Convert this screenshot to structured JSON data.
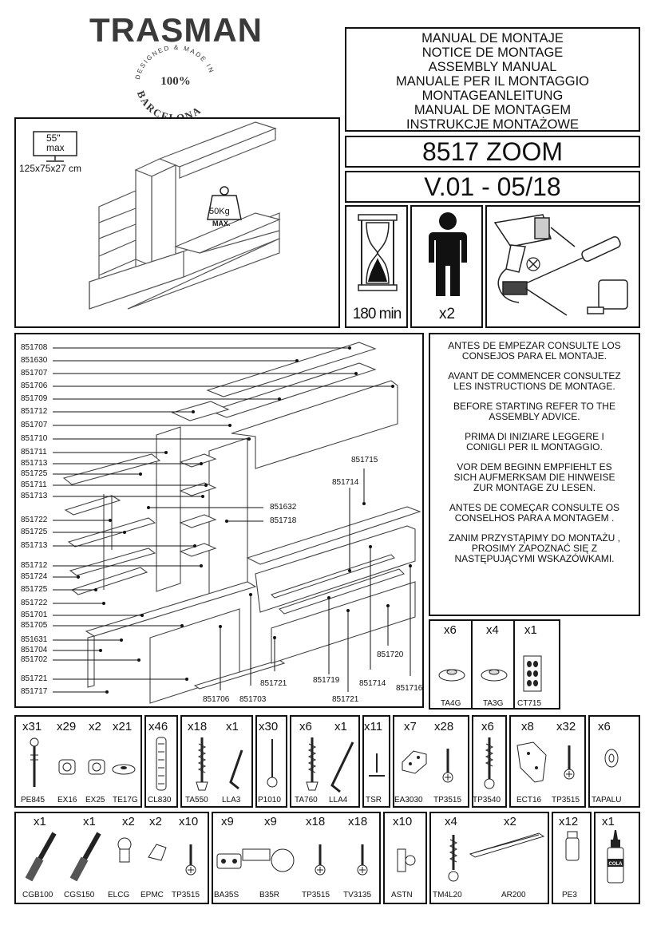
{
  "brand": {
    "name": "TRASMAN",
    "seal_top": "DESIGNED & MADE IN",
    "seal_mid": "100%",
    "seal_bottom": "BARCELONA"
  },
  "titles": [
    "MANUAL DE MONTAJE",
    "NOTICE DE MONTAGE",
    "ASSEMBLY MANUAL",
    "MANUALE PER IL MONTAGGIO",
    "MONTAGEANLEITUNG",
    "MANUAL DE MONTAGEM",
    "INSTRUKCJE MONTAŻOWE"
  ],
  "model": "8517 ZOOM",
  "version": "V.01 - 05/18",
  "product": {
    "tv_size": "55\"",
    "tv_max": "max",
    "dimensions": "125x75x27 cm",
    "weight": "50Kg",
    "weight_max": "MAX."
  },
  "time": "180 min",
  "persons": "x2",
  "parts": [
    "851708",
    "851630",
    "851707",
    "851706",
    "851709",
    "851712",
    "851707",
    "851710",
    "851711",
    "851713",
    "851725",
    "851711",
    "851713",
    "851722",
    "851725",
    "851713",
    "851712",
    "851724",
    "851725",
    "851722",
    "851701",
    "851705",
    "851631",
    "851704",
    "851702",
    "851721",
    "851717"
  ],
  "parts_inner": {
    "p851715": "851715",
    "p851714": "851714",
    "p851632": "851632",
    "p851718": "851718",
    "p851720": "851720",
    "p851719": "851719",
    "p851714b": "851714",
    "p851716": "851716",
    "p851721a": "851721",
    "p851721b": "851721",
    "p851706": "851706",
    "p851703": "851703"
  },
  "advice": [
    "ANTES DE EMPEZAR CONSULTE LOS CONSEJOS PARA EL MONTAJE.",
    "AVANT DE COMMENCER CONSULTEZ LES INSTRUCTIONS DE MONTAGE.",
    "BEFORE STARTING REFER TO THE ASSEMBLY ADVICE.",
    "PRIMA DI INIZIARE LEGGERE I CONIGLI PER IL MONTAGGIO.",
    "VOR DEM BEGINN EMPFIEHLT ES SICH AUFMERKSAM DIE HINWEISE ZUR MONTAGE ZU LESEN.",
    "ANTES DE COMEÇAR CONSULTE OS CONSELHOS PARA A MONTAGEM .",
    "ZANIM PRZYSTĄPIMY DO MONTAŻU , PROSIMY ZAPOZNAĆ SIĘ Z NASTĘPUJĄCYMI WSKAZÓWKAMI."
  ],
  "hw_small": [
    {
      "qty": "x6",
      "code": "TA4G"
    },
    {
      "qty": "x4",
      "code": "TA3G"
    },
    {
      "qty": "x1",
      "code": "CT715"
    }
  ],
  "hw_row1": [
    {
      "qty": "x31",
      "code": "PE845"
    },
    {
      "qty": "x29",
      "code": "EX16"
    },
    {
      "qty": "x2",
      "code": "EX25"
    },
    {
      "qty": "x21",
      "code": "TE17G"
    },
    {
      "qty": "x46",
      "code": "CL830"
    },
    {
      "qty": "x18",
      "code": "TA550"
    },
    {
      "qty": "x1",
      "code": "LLA3"
    },
    {
      "qty": "x30",
      "code": "P1010"
    },
    {
      "qty": "x6",
      "code": "TA760"
    },
    {
      "qty": "x1",
      "code": "LLA4"
    },
    {
      "qty": "x11",
      "code": "TSR"
    },
    {
      "qty": "x7",
      "code": "EA3030"
    },
    {
      "qty": "x28",
      "code": "TP3515"
    },
    {
      "qty": "x6",
      "code": "TP3540"
    },
    {
      "qty": "x8",
      "code": "ECT16"
    },
    {
      "qty": "x32",
      "code": "TP3515"
    },
    {
      "qty": "x6",
      "code": "TAPALU"
    }
  ],
  "hw_row2": [
    {
      "qty": "x1",
      "code": "CGB100"
    },
    {
      "qty": "x1",
      "code": "CGS150"
    },
    {
      "qty": "x2",
      "code": "ELCG"
    },
    {
      "qty": "x2",
      "code": "EPMC"
    },
    {
      "qty": "x10",
      "code": "TP3515"
    },
    {
      "qty": "x9",
      "code": "BA35S"
    },
    {
      "qty": "x9",
      "code": "B35R"
    },
    {
      "qty": "x18",
      "code": "TP3515"
    },
    {
      "qty": "x18",
      "code": "TV3135"
    },
    {
      "qty": "x10",
      "code": "ASTN"
    },
    {
      "qty": "x4",
      "code": "TM4L20"
    },
    {
      "qty": "x2",
      "code": "AR200"
    },
    {
      "qty": "x12",
      "code": "PE3"
    },
    {
      "qty": "x1",
      "code": "COLA"
    }
  ]
}
